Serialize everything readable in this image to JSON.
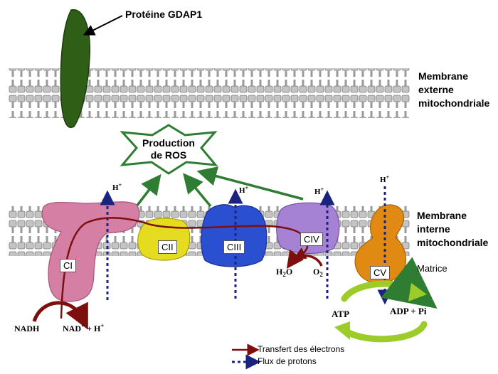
{
  "labels": {
    "gdap1": "Protéine GDAP1",
    "outer_membrane": [
      "Membrane",
      "externe",
      "mitochondriale"
    ],
    "inner_membrane": [
      "Membrane",
      "interne",
      "mitochondriale"
    ],
    "ros": [
      "Production",
      "de ROS"
    ],
    "matrice": "Matrice"
  },
  "complexes": {
    "ci": "CI",
    "cii": "CII",
    "ciii": "CIII",
    "civ": "CIV",
    "cv": "CV"
  },
  "chem": {
    "h": "H",
    "plus": "+",
    "h2o_h": "H",
    "h2o_2": "2",
    "h2o_o": "O",
    "o2_o": "O",
    "o2_2": "2",
    "nadh": "NADH",
    "nad": "NAD",
    "nad_rest": " + H",
    "atp": "ATP",
    "adp": "ADP + Pi"
  },
  "legend": {
    "electrons": "Transfert des électrons",
    "protons": "Flux de protons"
  },
  "colors": {
    "membrane_light": "#c9c9c9",
    "membrane_dark": "#8f8f8f",
    "gdap1": "#2f5e17",
    "ros_arrow": "#2e7d32",
    "ci": "#d67fa5",
    "cii": "#e6dc1f",
    "ciii": "#2a4fd1",
    "civ": "#a582d4",
    "cv": "#e08a13",
    "electron": "#7d0f0f",
    "proton": "#1a237e",
    "atp_cycle": "#9ccc2a"
  }
}
